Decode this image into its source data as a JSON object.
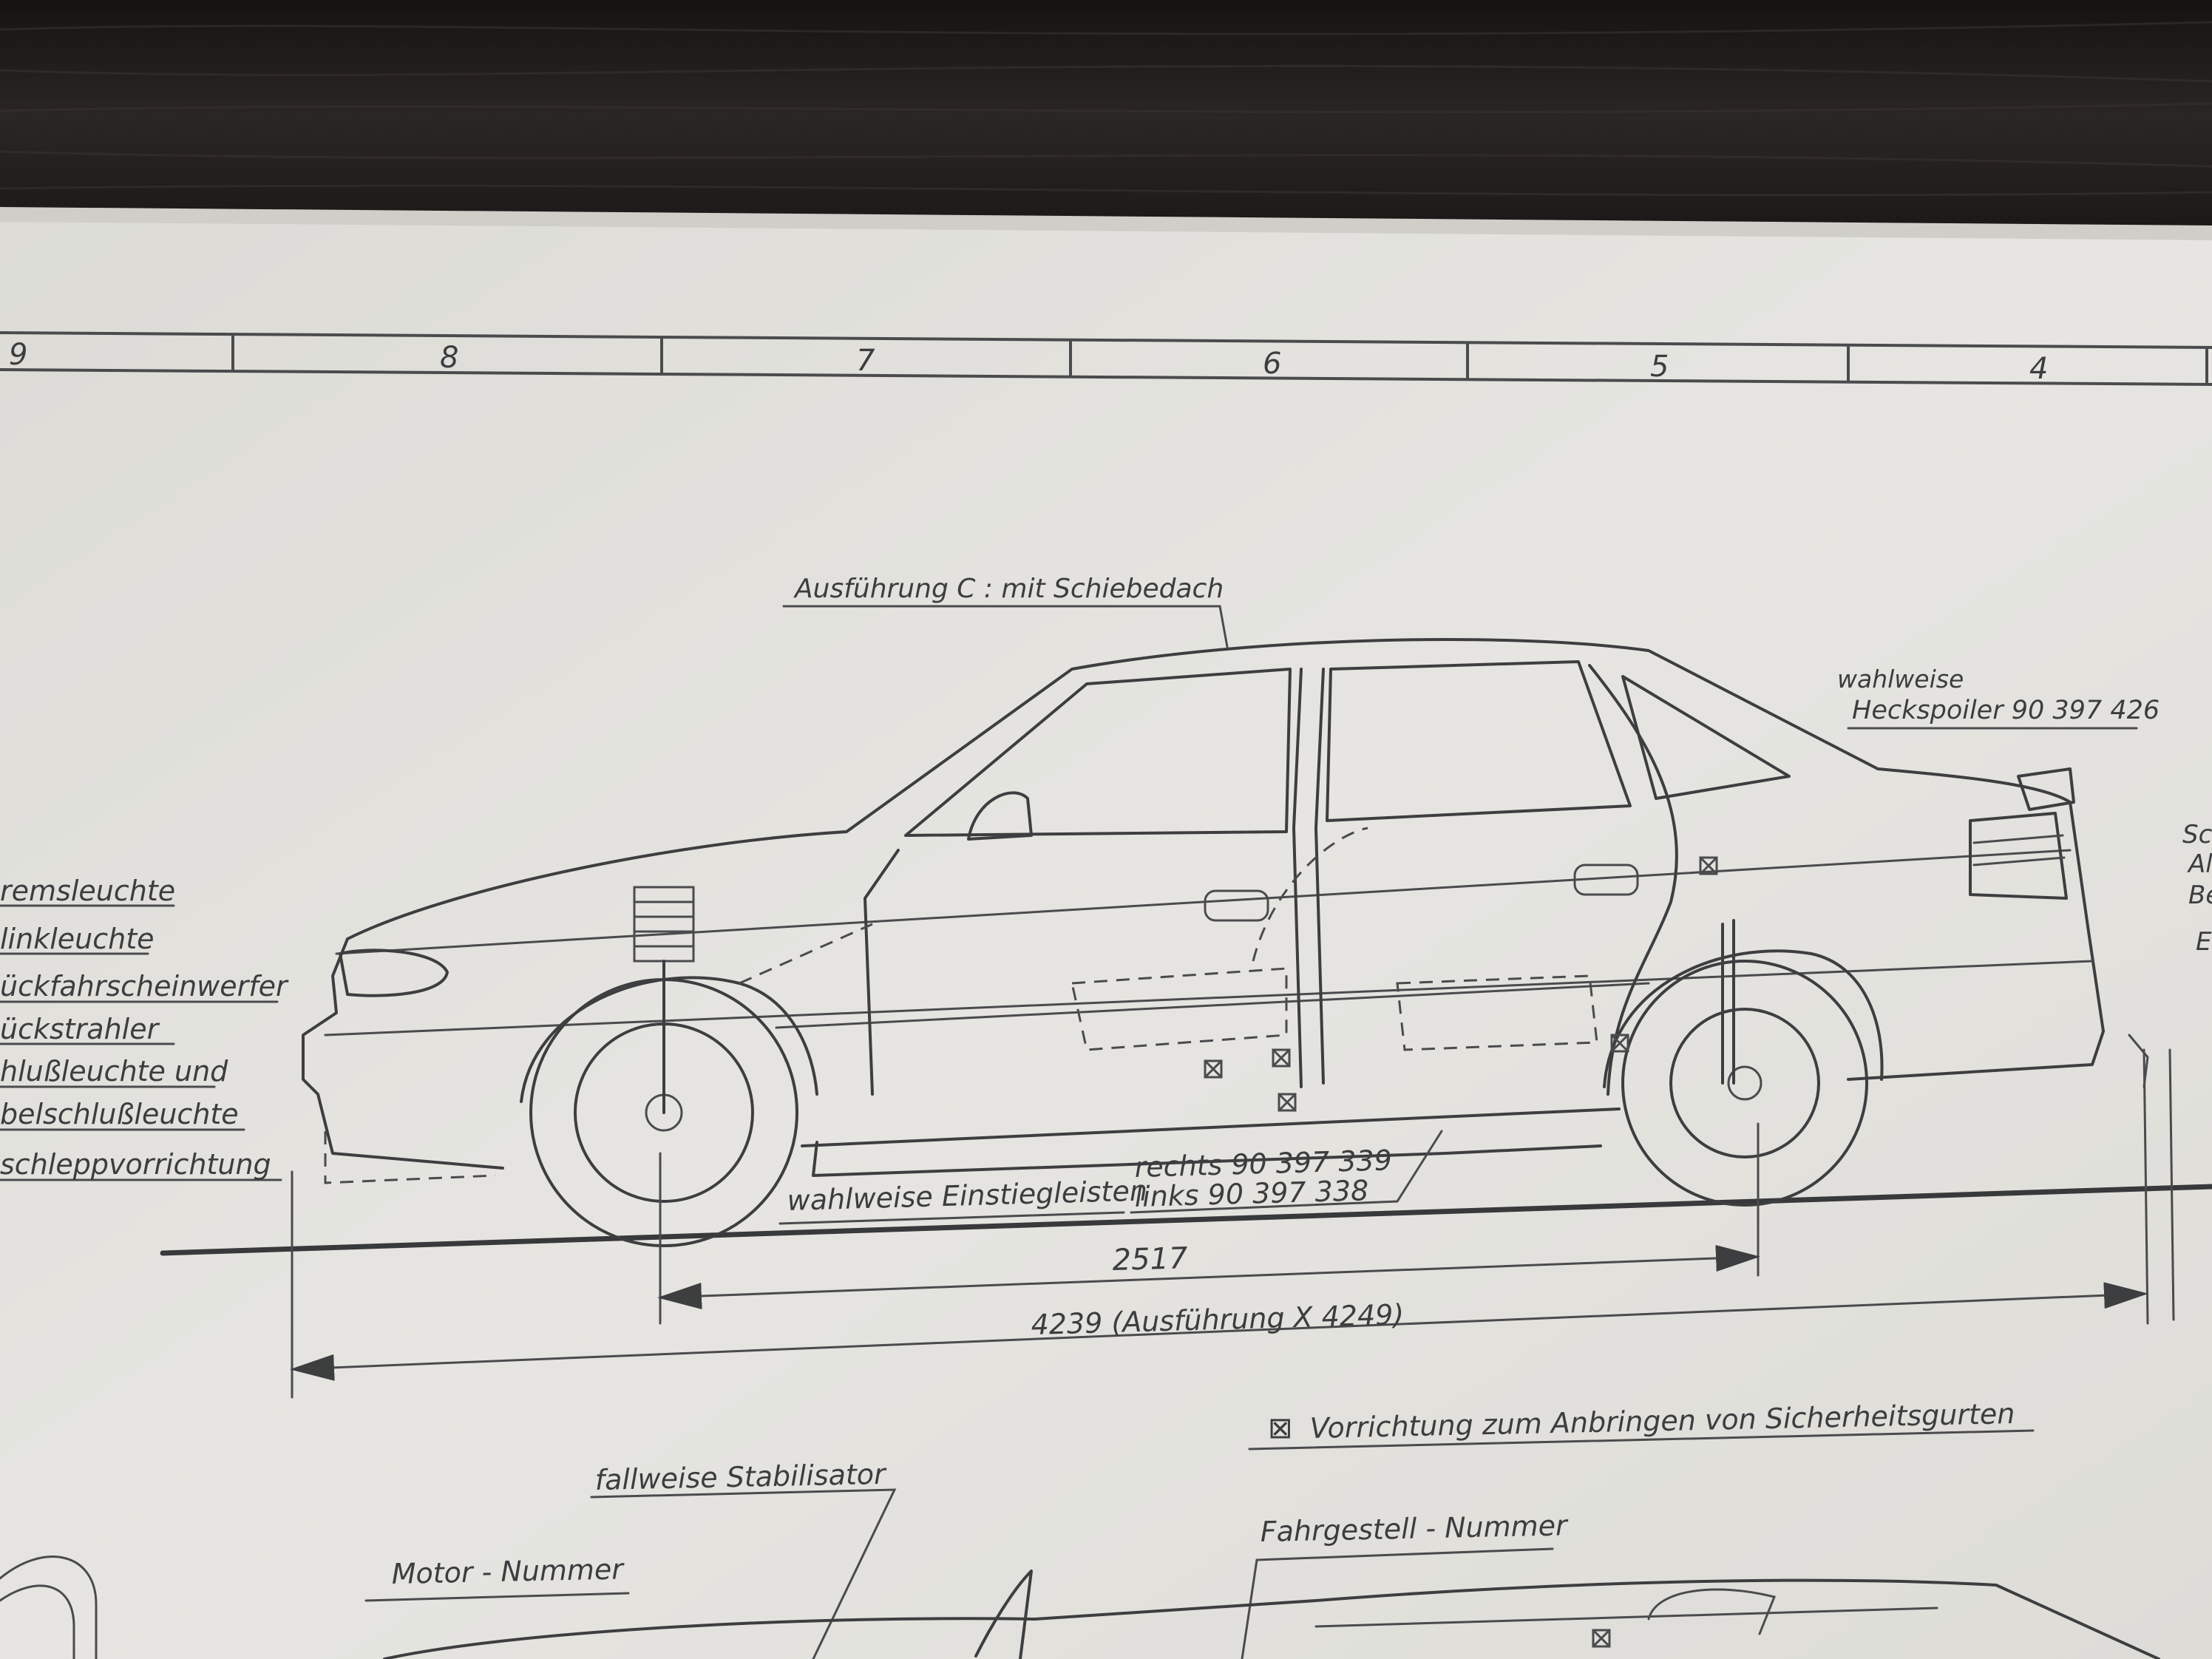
{
  "sheet": {
    "grid_columns": [
      "9",
      "8",
      "7",
      "6",
      "5",
      "4"
    ]
  },
  "labels": {
    "sunroof": "Ausführung C : mit Schiebedach",
    "spoiler_line1": "wahlweise",
    "spoiler_line2": "Heckspoiler 90 397 426",
    "sill_main": "wahlweise Einstiegleisten",
    "sill_right": "rechts 90 397 339",
    "sill_left": "links  90 397 338",
    "wheelbase": "2517",
    "length": "4239  (Ausführung X 4249)",
    "belt_anchor": "Vorrichtung  zum  Anbringen  von  Sicherheitsgurten",
    "belt_symbol": "⊠",
    "stabilizer": "fallweise  Stabilisator",
    "engine_number": "Motor - Nummer",
    "chassis_number": "Fahrgestell - Nummer"
  },
  "left_legend": [
    "remsleuchte",
    "linkleuchte",
    "ückfahrscheinwerfer",
    "ückstrahler",
    "hlußleuchte   und",
    "belschlußleuchte",
    "schleppvorrichtung"
  ],
  "right_edge_fragments": [
    "Sc",
    "Al",
    "Be",
    "E"
  ],
  "colors": {
    "paper": "#e3e2de",
    "ink": "#3d3e40",
    "wood": "#1c1a19"
  }
}
